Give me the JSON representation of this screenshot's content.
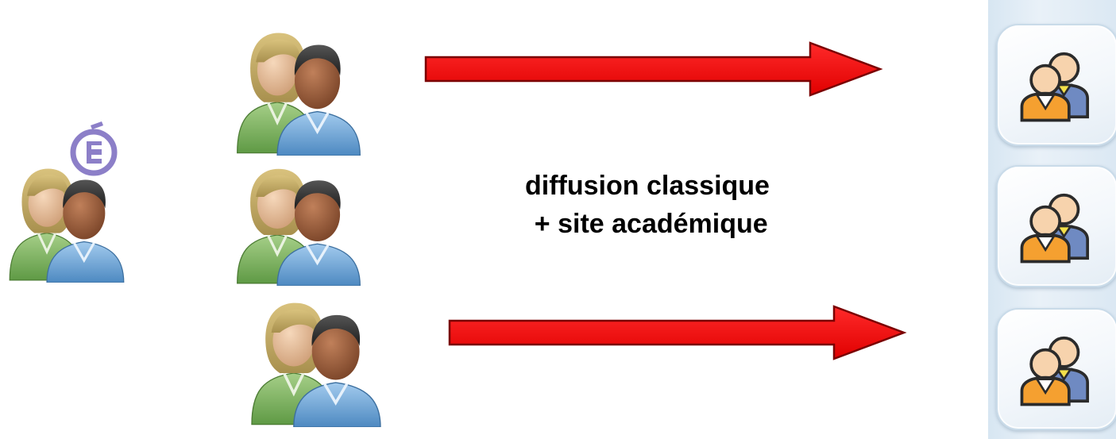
{
  "diagram": {
    "center_label_lines": [
      "diffusion classique",
      " + site académique"
    ]
  },
  "icons": {
    "source_group": "users-group-icon",
    "source_badge": "education-e-logo",
    "sender_groups": [
      "users-group-icon",
      "users-group-icon",
      "users-group-icon"
    ],
    "arrows": [
      "arrow-right-icon",
      "arrow-right-icon"
    ],
    "recipient_tiles": [
      "contacts-icon",
      "contacts-icon",
      "contacts-icon"
    ]
  },
  "colors": {
    "arrow_fill": "#ff0000",
    "arrow_stroke": "#7a0000",
    "badge": "#8c7fc8",
    "person_female_shirt": "#7fb062",
    "person_male_shirt": "#6aa3d4",
    "contact_orange": "#f5a030",
    "contact_yellow": "#f3e04a"
  }
}
